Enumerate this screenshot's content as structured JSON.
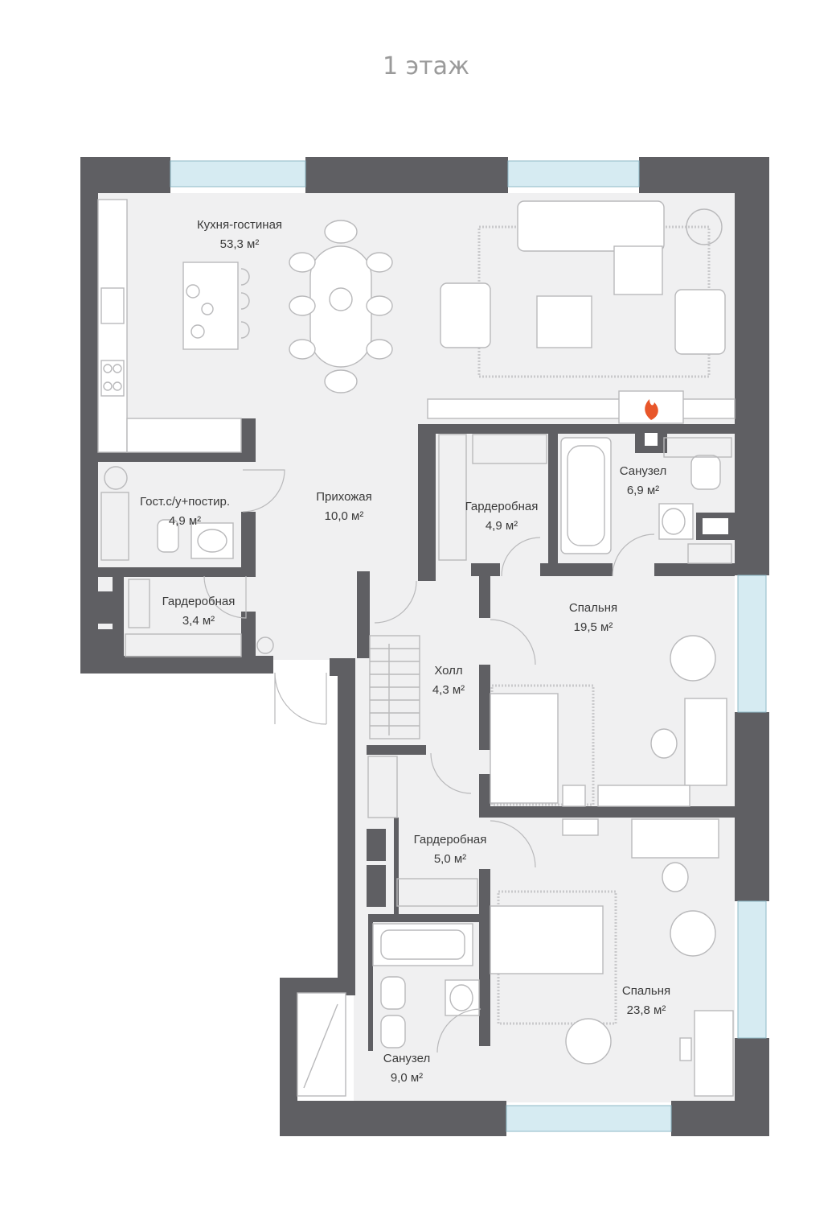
{
  "plan": {
    "title": "1 этаж",
    "rooms": [
      {
        "name": "Кухня-гостиная",
        "area": "53,3 м²"
      },
      {
        "name": "Гост.с/у+постир.",
        "area": "4,9 м²"
      },
      {
        "name": "Прихожая",
        "area": "10,0 м²"
      },
      {
        "name": "Гардеробная",
        "area": "4,9 м²"
      },
      {
        "name": "Санузел",
        "area": "6,9 м²"
      },
      {
        "name": "Гардеробная",
        "area": "3,4 м²"
      },
      {
        "name": "Спальня",
        "area": "19,5 м²"
      },
      {
        "name": "Холл",
        "area": "4,3 м²"
      },
      {
        "name": "Гардеробная",
        "area": "5,0 м²"
      },
      {
        "name": "Спальня",
        "area": "23,8 м²"
      },
      {
        "name": "Санузел",
        "area": "9,0 м²"
      }
    ]
  },
  "colors": {
    "wall": "#5f5f63",
    "floor": "#f0f0f1",
    "window": "#d6ebf2",
    "text": "#3a3a3a",
    "fireplace": "#e8562a"
  }
}
